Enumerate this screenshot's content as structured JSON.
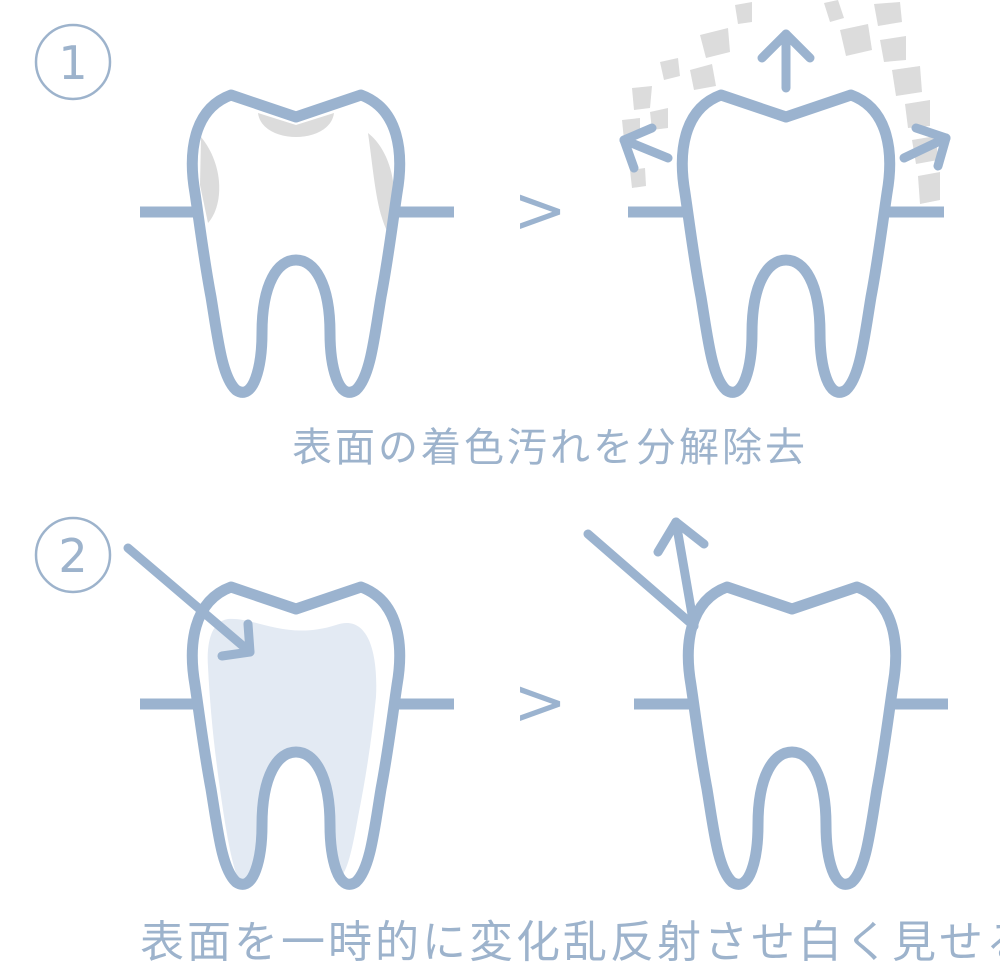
{
  "steps": [
    {
      "number": "1",
      "caption": "表面の着色汚れを分解除去"
    },
    {
      "number": "2",
      "caption": "表面を一時的に変化乱反射させ白く見せる"
    }
  ],
  "separator": ">",
  "colors": {
    "tooth_outline": "#9bb3cf",
    "stain": "#dcdcdc",
    "tint": "#e3eaf3",
    "caption_text": "#9db3cc"
  }
}
